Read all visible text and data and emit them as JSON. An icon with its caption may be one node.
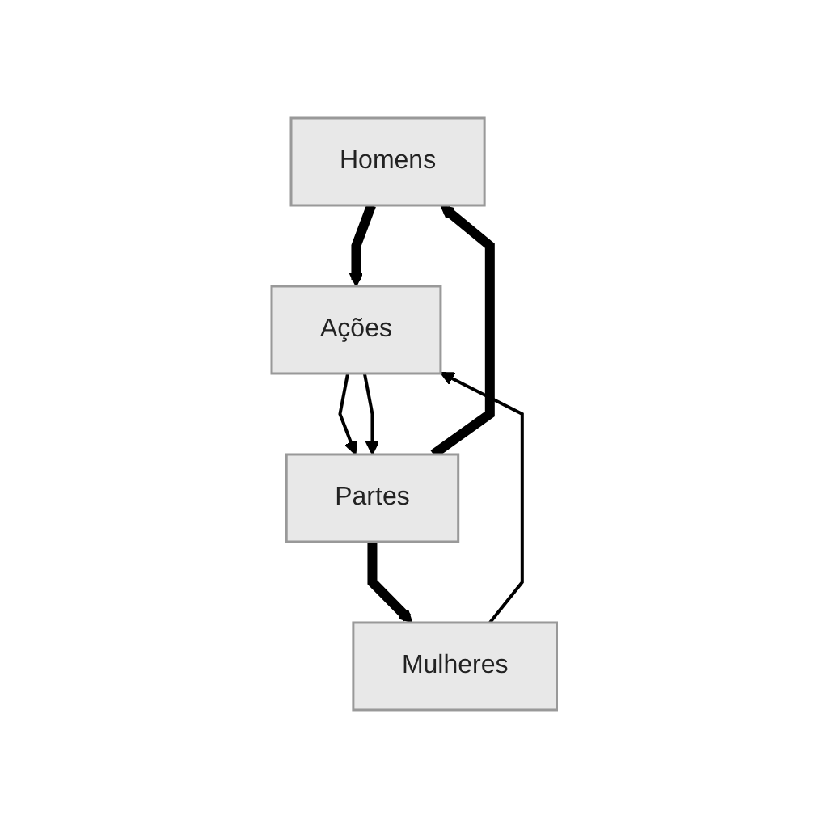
{
  "diagram": {
    "nodes": [
      {
        "text": [
          "Homens"
        ]
      },
      {
        "text": [
          "Mulheres"
        ]
      },
      {
        "text": [
          "Ações"
        ]
      },
      {
        "text": [
          "Partes"
        ]
      }
    ],
    "edges": [
      {
        "from": 0,
        "to": 2,
        "arrow": "to",
        "style": "thick"
      },
      {
        "from": 3,
        "to": 1,
        "arrow": "to",
        "style": "thick"
      },
      {
        "from": 2,
        "to": 3,
        "arrow": "to"
      },
      {
        "from": 1,
        "to": 2,
        "arrow": "to"
      },
      {
        "from": 2,
        "to": 3,
        "arrow": "to"
      },
      {
        "from": 3,
        "to": 0,
        "arrow": "to",
        "style": "thick"
      }
    ]
  }
}
